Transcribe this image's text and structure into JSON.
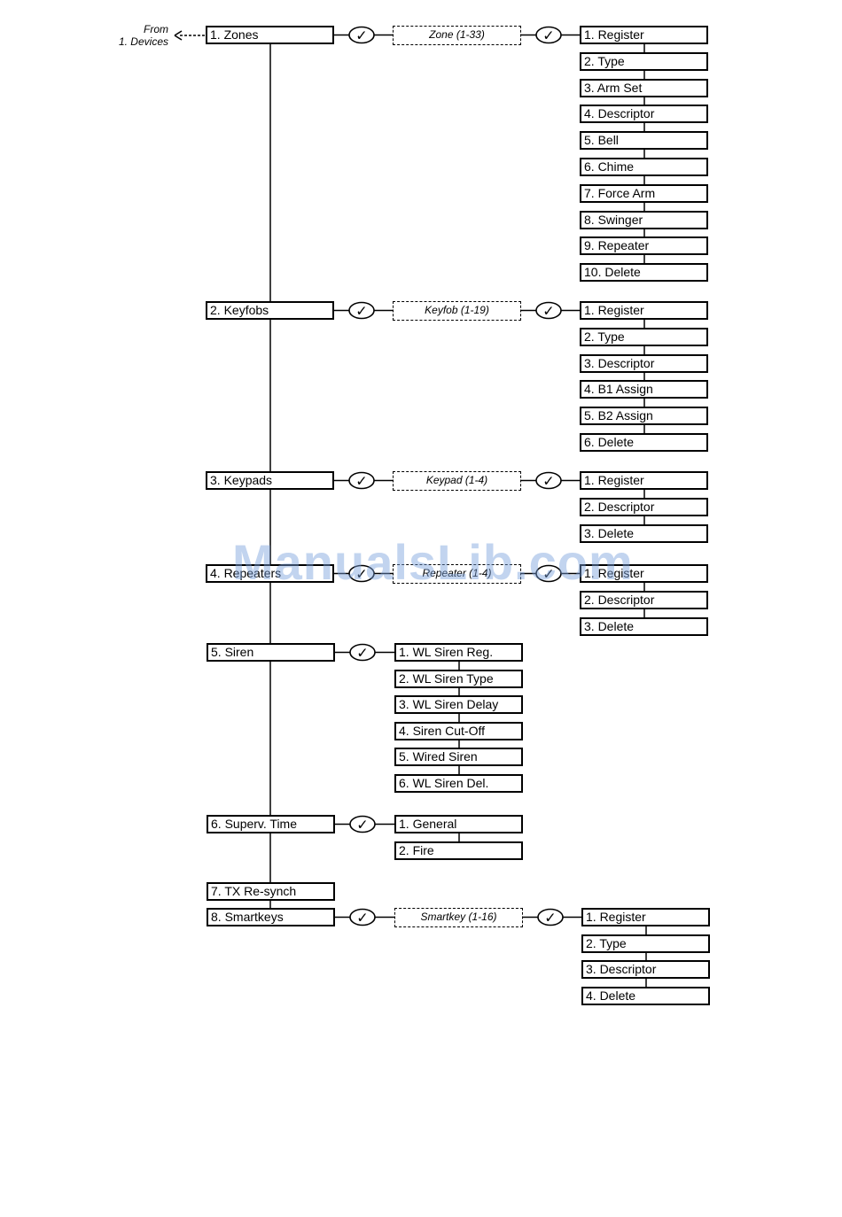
{
  "from": {
    "line1": "From",
    "line2": "1. Devices"
  },
  "watermark": "ManualsLib.com",
  "menu": [
    {
      "label": "1. Zones",
      "selector": "Zone (1-33)",
      "options": [
        "1. Register",
        "2. Type",
        "3. Arm Set",
        "4. Descriptor",
        "5. Bell",
        "6. Chime",
        "7. Force Arm",
        "8. Swinger",
        "9. Repeater",
        "10. Delete"
      ]
    },
    {
      "label": "2. Keyfobs",
      "selector": "Keyfob (1-19)",
      "options": [
        "1. Register",
        "2. Type",
        "3. Descriptor",
        "4. B1 Assign",
        "5. B2 Assign",
        "6. Delete"
      ]
    },
    {
      "label": "3. Keypads",
      "selector": "Keypad (1-4)",
      "options": [
        "1. Register",
        "2. Descriptor",
        "3. Delete"
      ]
    },
    {
      "label": "4. Repeaters",
      "selector": "Repeater (1-4)",
      "options": [
        "1. Register",
        "2. Descriptor",
        "3. Delete"
      ]
    },
    {
      "label": "5. Siren",
      "options": [
        "1. WL Siren Reg.",
        "2. WL Siren Type",
        "3. WL Siren Delay",
        "4. Siren Cut-Off",
        "5. Wired Siren",
        "6. WL Siren Del."
      ]
    },
    {
      "label": "6. Superv. Time",
      "options": [
        "1. General",
        "2. Fire"
      ]
    },
    {
      "label": "7. TX Re-synch"
    },
    {
      "label": "8. Smartkeys",
      "selector": "Smartkey (1-16)",
      "options": [
        "1. Register",
        "2. Type",
        "3. Descriptor",
        "4. Delete"
      ]
    }
  ],
  "check_symbol": "✓"
}
